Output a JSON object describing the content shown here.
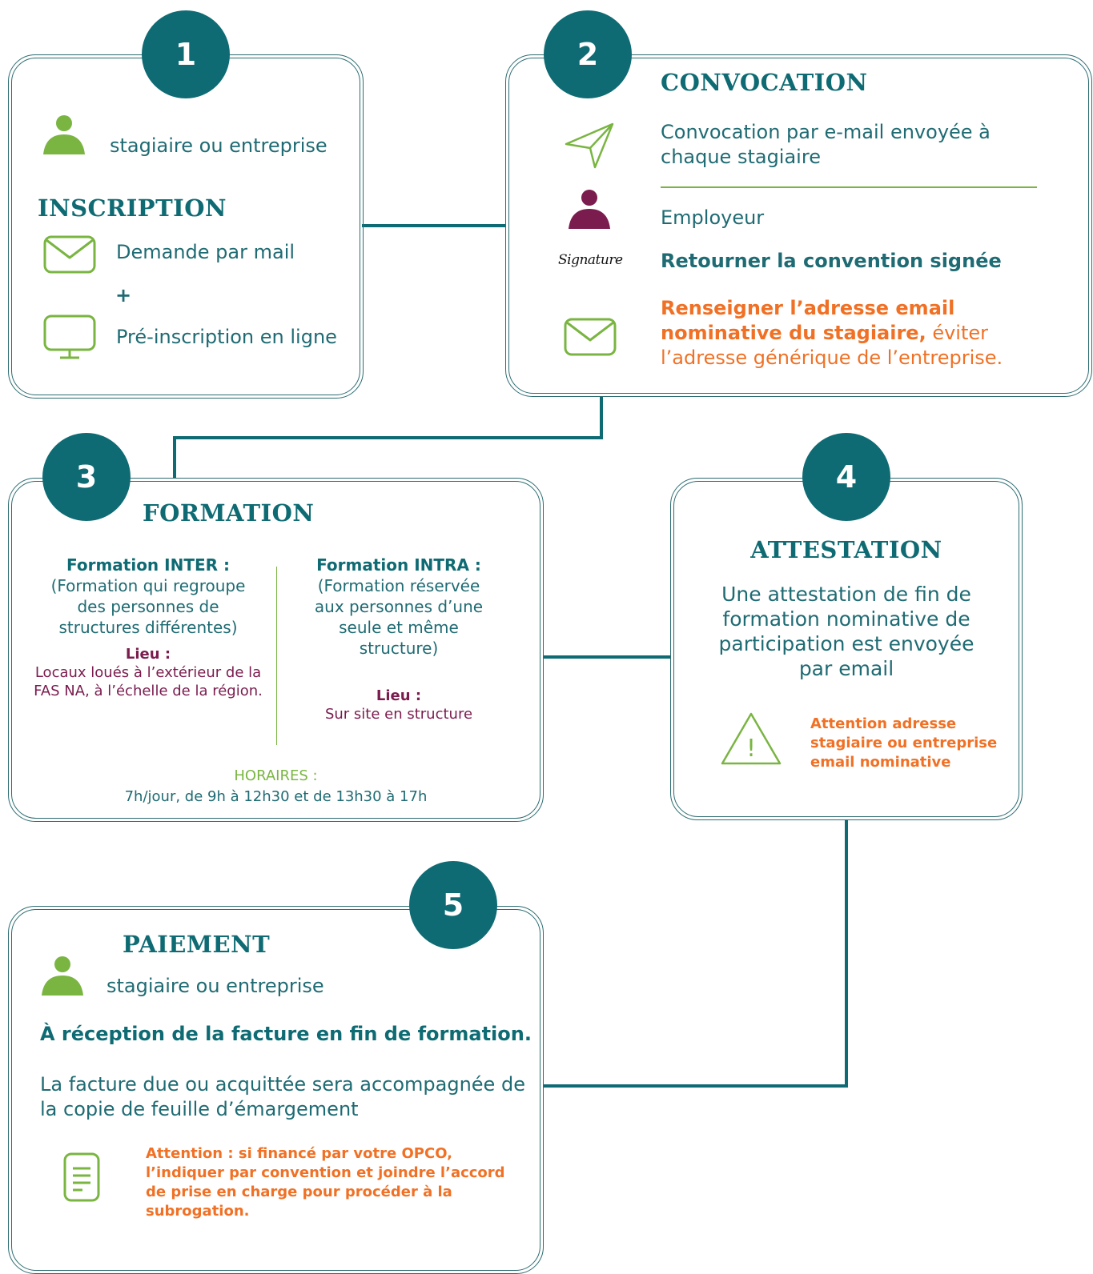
{
  "step1": {
    "number": "1",
    "who": "stagiaire ou entreprise",
    "title": "INSCRIPTION",
    "request": "Demande par mail",
    "plus": "+",
    "preregistration": "Pré-inscription en ligne"
  },
  "step2": {
    "number": "2",
    "title": "CONVOCATION",
    "convocation": "Convocation par e-mail envoyée à chaque stagiaire",
    "employer": "Employeur",
    "signature_word": "Signature",
    "return_convention": "Retourner la convention signée",
    "email_bold": "Renseigner l’adresse email nominative du stagiaire,",
    "email_rest": " éviter l’adresse générique de l’entreprise."
  },
  "step3": {
    "number": "3",
    "title": "FORMATION",
    "inter_label": "Formation ",
    "inter_bold": "INTER",
    "inter_colon": " :",
    "inter_desc": "(Formation qui regroupe des personnes de structures différentes)",
    "inter_place_label": "Lieu :",
    "inter_place": "Locaux loués à l’extérieur de la FAS NA, à l’échelle de la région.",
    "intra_label": "Formation ",
    "intra_bold": "INTRA",
    "intra_colon": " :",
    "intra_desc": "(Formation réservée aux personnes d’une seule et même structure)",
    "intra_place_label": "Lieu :",
    "intra_place": "Sur site en structure",
    "hours_label": "HORAIRES :",
    "hours": "7h/jour, de 9h à 12h30 et de 13h30 à 17h"
  },
  "step4": {
    "number": "4",
    "title": "ATTESTATION",
    "text": "Une attestation de fin de formation nominative de participation est envoyée par email",
    "warning": "Attention adresse stagiaire ou entreprise email nominative"
  },
  "step5": {
    "number": "5",
    "title": "PAIEMENT",
    "who": "stagiaire ou entreprise",
    "reception": "À réception de la facture en fin de formation.",
    "invoice": "La facture due ou acquittée sera accompagnée de la copie de feuille d’émargement",
    "opco": "Attention : si financé par votre OPCO, l’indiquer par convention et joindre l’accord de prise en charge pour procéder à la subrogation."
  },
  "colors": {
    "teal": "#0f6b73",
    "green": "#7ab542",
    "orange": "#f07125",
    "plum": "#7a1c4e"
  },
  "icons": [
    "person-icon",
    "mail-icon",
    "monitor-icon",
    "send-icon",
    "signature-icon",
    "warning-icon",
    "document-icon"
  ]
}
